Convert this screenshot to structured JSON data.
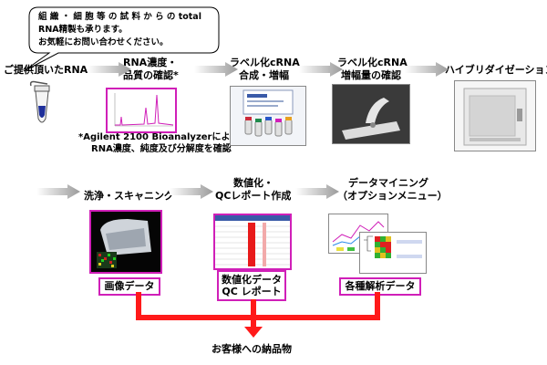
{
  "callout": {
    "line1": "組 織 ・ 細 胞 等 の 試 料 か ら の total",
    "line2": "RNA精製も承ります。",
    "line3": "お気軽にお問い合わせください。"
  },
  "steps": {
    "s1": "ご提供頂いたRNA",
    "s2a": "RNA濃度・",
    "s2b": "品質の確認*",
    "s3a": "ラベル化cRNA",
    "s3b": "合成・増幅",
    "s4a": "ラベル化cRNA",
    "s4b": "増幅量の確認",
    "s5": "ハイブリダイゼーション",
    "s6": "洗浄・スキャニング",
    "s7a": "数値化・",
    "s7b": "QCレポート作成",
    "s8a": "データマイニング",
    "s8b": "（オプションメニュー）"
  },
  "footnote": {
    "line1": "*Agilent 2100 Bioanalyzerにより",
    "line2": "RNA濃度、純度及び分解度を確認"
  },
  "outputs": {
    "image_data": "画像データ",
    "numeric_a": "数値化データ",
    "numeric_b": "QC レポート",
    "analysis": "各種解析データ"
  },
  "delivery": "お客様への納品物",
  "colors": {
    "accent": "#d01fb8",
    "red": "#ff1a1a",
    "arrow_gray": "#b8b8b8"
  }
}
